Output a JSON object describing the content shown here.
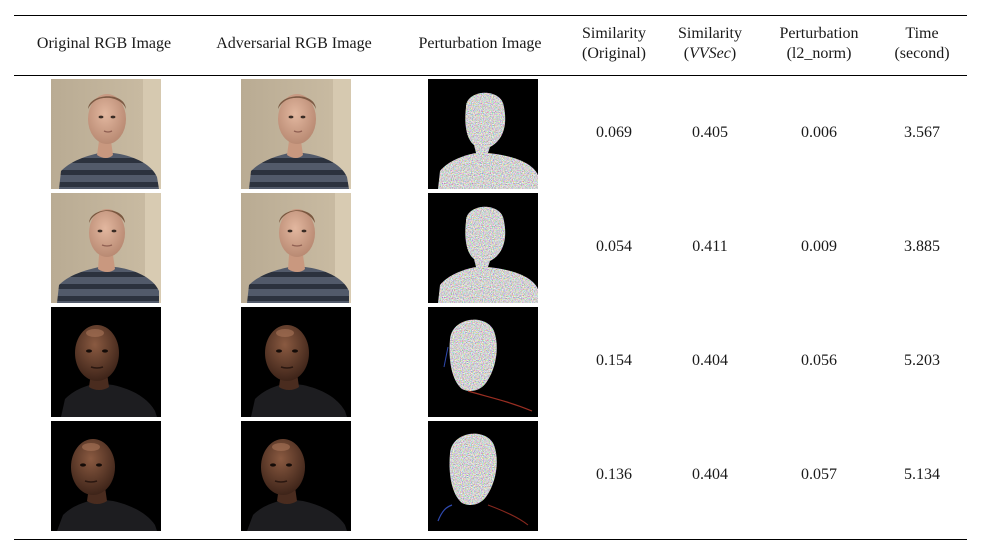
{
  "table": {
    "headers": {
      "original": "Original RGB Image",
      "adversarial": "Adversarial RGB Image",
      "perturbation_image": "Perturbation Image",
      "sim_orig_l1": "Similarity",
      "sim_orig_l2": "(Original)",
      "sim_vv_l1": "Similarity",
      "sim_vv_l2_open": "(",
      "sim_vv_l2_italic": "VVSec",
      "sim_vv_l2_close": ")",
      "pert_l1": "Perturbation",
      "pert_l2": "(l2_norm)",
      "time_l1": "Time",
      "time_l2": "(second)"
    },
    "rows": [
      {
        "subject": "light-skinned man, short hair, striped shirt, beige wall background",
        "sim_original": "0.069",
        "sim_vvsec": "0.405",
        "perturbation": "0.006",
        "time": "3.567"
      },
      {
        "subject": "light-skinned man, short hair, striped shirt, beige wall background, frontal",
        "sim_original": "0.054",
        "sim_vvsec": "0.411",
        "perturbation": "0.009",
        "time": "3.885"
      },
      {
        "subject": "bald dark-skinned man, black background",
        "sim_original": "0.154",
        "sim_vvsec": "0.404",
        "perturbation": "0.056",
        "time": "5.203"
      },
      {
        "subject": "bald dark-skinned man, black background, head turned",
        "sim_original": "0.136",
        "sim_vvsec": "0.404",
        "perturbation": "0.057",
        "time": "5.134"
      }
    ]
  }
}
